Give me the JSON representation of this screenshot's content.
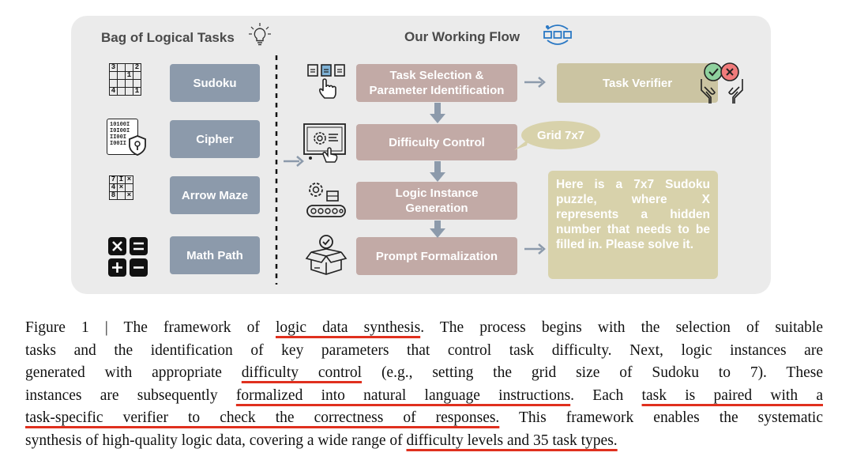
{
  "figure": {
    "left_title": "Bag of Logical Tasks",
    "right_title": "Our Working Flow",
    "tasks": [
      {
        "label": "Sudoku",
        "icon": "sudoku-grid-icon"
      },
      {
        "label": "Cipher",
        "icon": "cipher-shield-icon"
      },
      {
        "label": "Arrow Maze",
        "icon": "arrow-maze-grid-icon"
      },
      {
        "label": "Math Path",
        "icon": "math-operators-icon"
      }
    ],
    "flow_steps": [
      {
        "label_line1": "Task Selection &",
        "label_line2": "Parameter Identification",
        "icon": "selection-hand-icon"
      },
      {
        "label_line1": "Difficulty Control",
        "label_line2": "",
        "icon": "settings-monitor-icon"
      },
      {
        "label_line1": "Logic Instance",
        "label_line2": "Generation",
        "icon": "conveyor-gear-icon"
      },
      {
        "label_line1": "Prompt Formalization",
        "label_line2": "",
        "icon": "open-box-check-icon"
      }
    ],
    "verifier_label": "Task Verifier",
    "grid_bubble": "Grid 7x7",
    "prompt_example": "Here is a 7x7 Sudoku puzzle, where X represents a hidden number that needs to be filled in. Please solve it.",
    "sudoku_digits": [
      "3",
      "2",
      "1",
      "4",
      "1"
    ],
    "maze_symbols": [
      "7",
      "I",
      "×",
      "4",
      "×",
      "8",
      "×"
    ],
    "cipher_bits": [
      "10100I",
      "I0I00I",
      "II00I",
      "I00II"
    ],
    "colors": {
      "panel": "#ebebeb",
      "task_box": "#8c9aab",
      "flow_box": "#c2aaa6",
      "verifier_box": "#cbc4a2",
      "prompt_box": "#d8d2ab",
      "underline": "#e0301e"
    }
  },
  "caption": {
    "lines": [
      [
        {
          "t": "Figure 1 | The framework of ",
          "u": false
        },
        {
          "t": "logic data synthesis",
          "u": true
        },
        {
          "t": ". The process begins with the selection of suitable",
          "u": false
        }
      ],
      [
        {
          "t": "tasks and the identification of key parameters that control task difficulty. Next, logic instances are",
          "u": false
        }
      ],
      [
        {
          "t": "generated with appropriate ",
          "u": false
        },
        {
          "t": "difficulty control",
          "u": true
        },
        {
          "t": " (e.g., setting the grid size of Sudoku to 7).  These",
          "u": false
        }
      ],
      [
        {
          "t": "instances are subsequently ",
          "u": false
        },
        {
          "t": "formalized into natural language instructions",
          "u": true
        },
        {
          "t": ". Each ",
          "u": false
        },
        {
          "t": "task is paired with a",
          "u": true
        }
      ],
      [
        {
          "t": "task-specific verifier to check the correctness of responses.",
          "u": true
        },
        {
          "t": " This framework enables the systematic",
          "u": false
        }
      ],
      [
        {
          "t": "synthesis of high-quality logic data, covering a wide range of ",
          "u": false
        },
        {
          "t": "difficulty levels and 35 task types.",
          "u": true
        }
      ]
    ]
  }
}
